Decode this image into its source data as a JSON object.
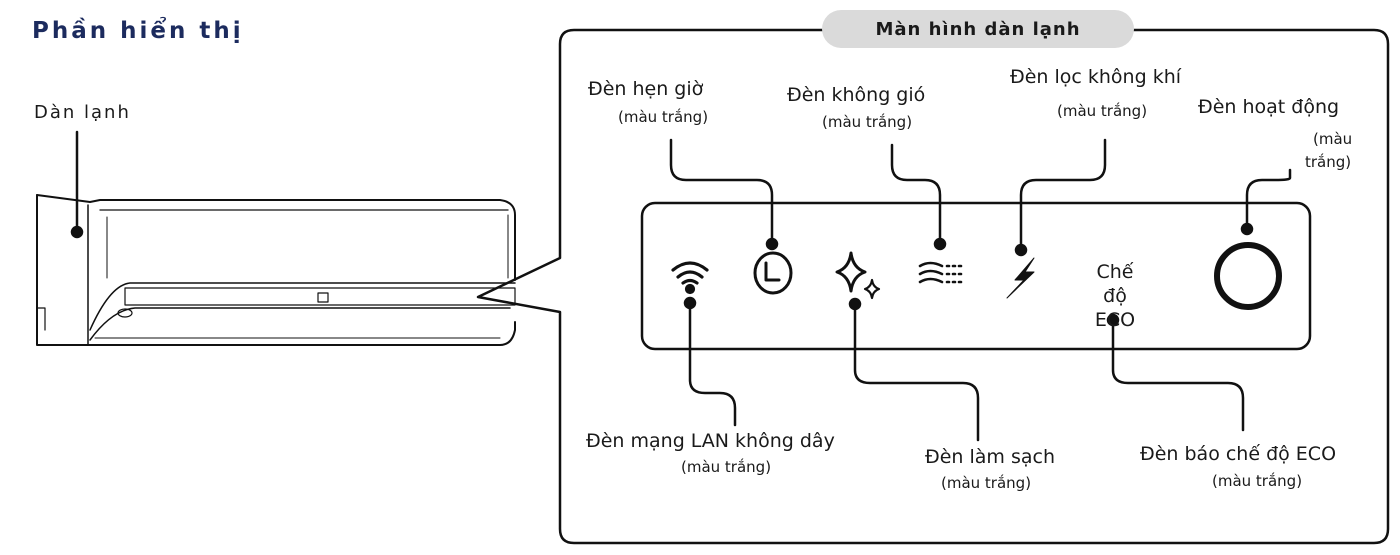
{
  "title": "Phần hiển thị",
  "unit_label": "Dàn lạnh",
  "panel_title": "Màn hình dàn lạnh",
  "eco_text": {
    "line1": "Chế độ",
    "line2": "ECO"
  },
  "labels": {
    "timer": {
      "name": "Đèn hẹn giờ",
      "note": "(màu trắng)"
    },
    "no_wind": {
      "name": "Đèn không gió",
      "note": "(màu trắng)"
    },
    "air_filter": {
      "name": "Đèn lọc không khí",
      "note": "(màu trắng)"
    },
    "operation": {
      "name": "Đèn hoạt động",
      "note1": "(màu",
      "note2": "trắng)"
    },
    "wireless_lan": {
      "name": "Đèn mạng LAN không dây",
      "note": "(màu trắng)"
    },
    "clean": {
      "name": "Đèn làm sạch",
      "note": "(màu trắng)"
    },
    "eco": {
      "name": "Đèn báo chế độ ECO",
      "note": "(màu trắng)"
    }
  },
  "colors": {
    "title": "#1c2b5e",
    "pill": "#dadada",
    "line": "#111111"
  }
}
